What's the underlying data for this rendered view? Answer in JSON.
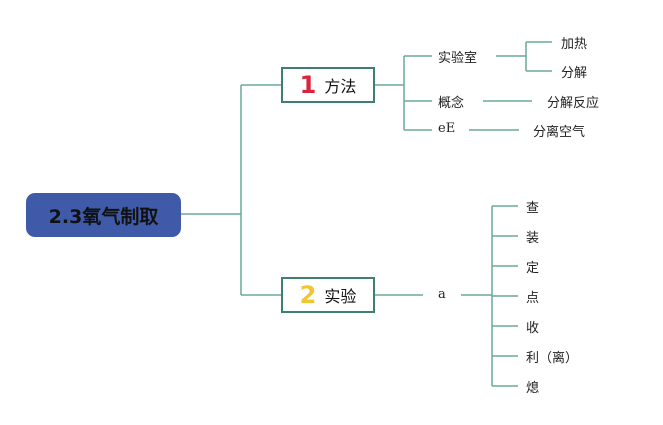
{
  "root": {
    "label": "2.3氧气制取"
  },
  "branches": [
    {
      "number": "1",
      "label": "方法",
      "children": [
        {
          "label": "实验室",
          "children": [
            "加热",
            "分解"
          ]
        },
        {
          "label": "概念",
          "children": [
            "分解反应"
          ]
        },
        {
          "label": "eE",
          "children": [
            "分离空气"
          ]
        }
      ]
    },
    {
      "number": "2",
      "label": "实验",
      "children": [
        {
          "label": "a",
          "children": [
            "查",
            "装",
            "定",
            "点",
            "收",
            "利（离）",
            "熄"
          ]
        }
      ]
    }
  ],
  "colors": {
    "root_fill": "#3f5aa8",
    "line": "#6aa89a",
    "branch_border": "#3f7f73",
    "number_1": "#d9243c",
    "number_2": "#f2c62f"
  }
}
